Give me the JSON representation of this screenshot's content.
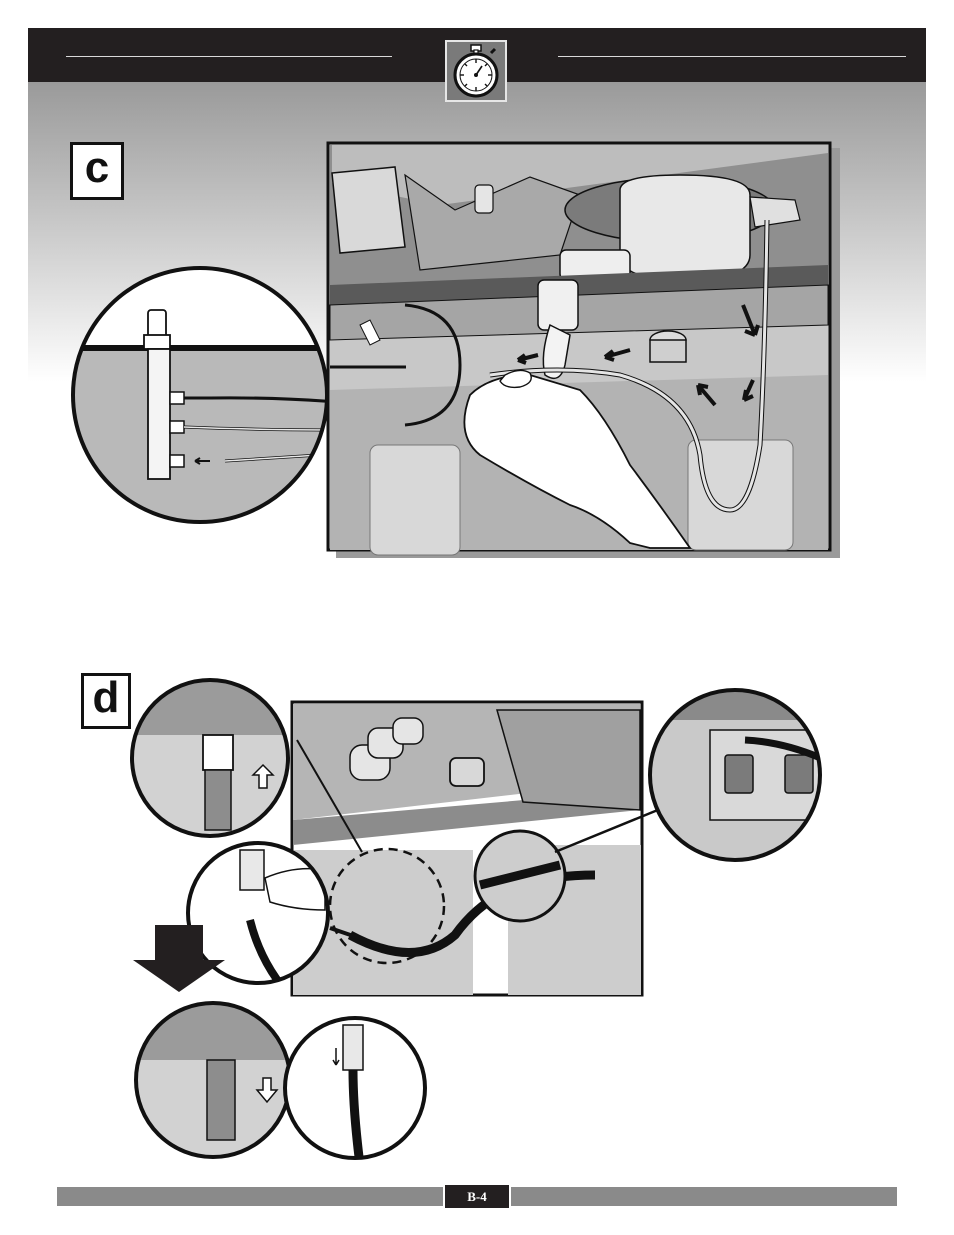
{
  "colors": {
    "header": "#231f20",
    "gradient_top": "#9a9a9a",
    "footer": "#8a8a8a",
    "line_art": "#111111"
  },
  "icons": {
    "timer": "stopwatch-icon"
  },
  "steps": [
    {
      "letter": "c"
    },
    {
      "letter": "d"
    }
  ],
  "footer": {
    "page_number": "B-4"
  }
}
